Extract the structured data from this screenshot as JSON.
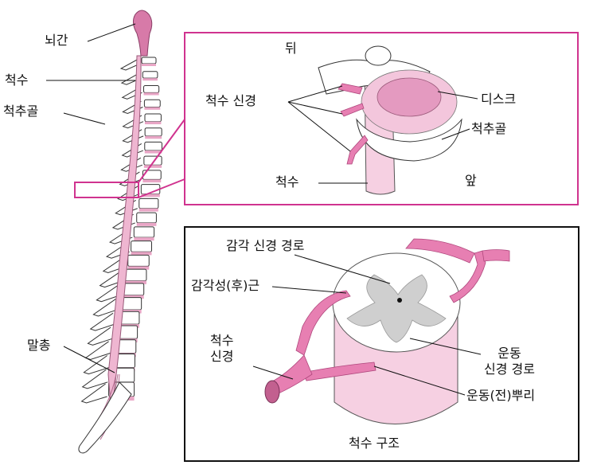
{
  "spine_labels": {
    "brainstem": "뇌간",
    "spinal_cord": "척수",
    "vertebra": "척추골",
    "cauda_equina": "말총"
  },
  "detail_view": {
    "back": "뒤",
    "front": "앞",
    "spinal_nerves": "척수 신경",
    "disc": "디스크",
    "vertebra": "척추골",
    "spinal_cord": "척수"
  },
  "cross_section": {
    "title": "척수 구조",
    "sensory_pathway": "감각 신경 경로",
    "sensory_root": "감각성(후)근",
    "spinal_nerve_line1": "척수",
    "spinal_nerve_line2": "신경",
    "motor_pathway_line1": "운동",
    "motor_pathway_line2": "신경 경로",
    "motor_root": "운동(전)뿌리"
  },
  "colors": {
    "highlight_box": "#d0338f",
    "nerve_pink": "#e77fb2",
    "cord_pink": "#f6d0e2",
    "grey_matter": "#cfcfcf"
  }
}
